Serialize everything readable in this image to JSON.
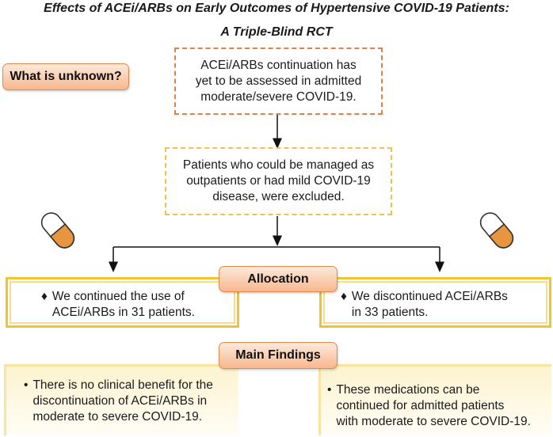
{
  "title_line1": "Effects of ACEi/ARBs on Early Outcomes of Hypertensive COVID-19 Patients:",
  "title_line2": "A Triple-Blind RCT",
  "unknown_label": "What is unknown?",
  "unknown_text": [
    "ACEi/ARBs continuation has",
    "yet to be assessed in admitted",
    "moderate/severe COVID-19."
  ],
  "exclusion_text": [
    "Patients who could be managed as",
    "outpatients or had mild COVID-19",
    "disease, were excluded."
  ],
  "allocation_label": "Allocation",
  "arm_continue": {
    "bullet": "♦",
    "lines": [
      "We continued the use of",
      "ACEi/ARBs in 31 patients."
    ]
  },
  "arm_discontinue": {
    "bullet": "♦",
    "lines": [
      "We discontinued ACEi/ARBs",
      "in 33 patients."
    ]
  },
  "findings_label": "Main Findings",
  "finding_left": {
    "bullet": "•",
    "lines": [
      "There is no clinical benefit for the",
      "discontinuation of ACEi/ARBs in",
      "moderate to severe COVID-19."
    ]
  },
  "finding_right": {
    "bullet": "•",
    "lines": [
      "These medications can be",
      "continued for admitted patients",
      "with moderate to severe COVID-19."
    ]
  },
  "colors": {
    "orange": "#e0814a",
    "gold": "#f1c232",
    "capsule_orange": "#e8953f"
  }
}
